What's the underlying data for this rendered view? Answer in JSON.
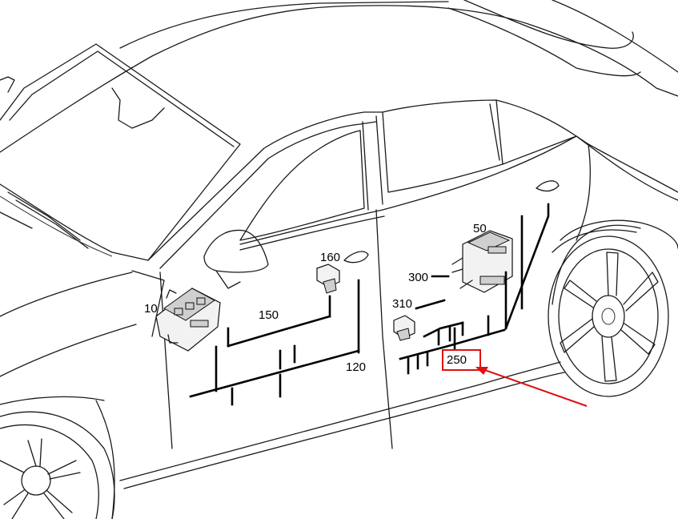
{
  "labels": {
    "ecu_front": "10",
    "harness_front": "150",
    "sensor_front": "160",
    "harness_front_lower": "120",
    "ecu_rear": "50",
    "harness_rear": "300",
    "sensor_rear": "310",
    "harness_rear_lower": "250"
  },
  "colors": {
    "highlight": "#e01010",
    "line": "#1a1a1a"
  }
}
